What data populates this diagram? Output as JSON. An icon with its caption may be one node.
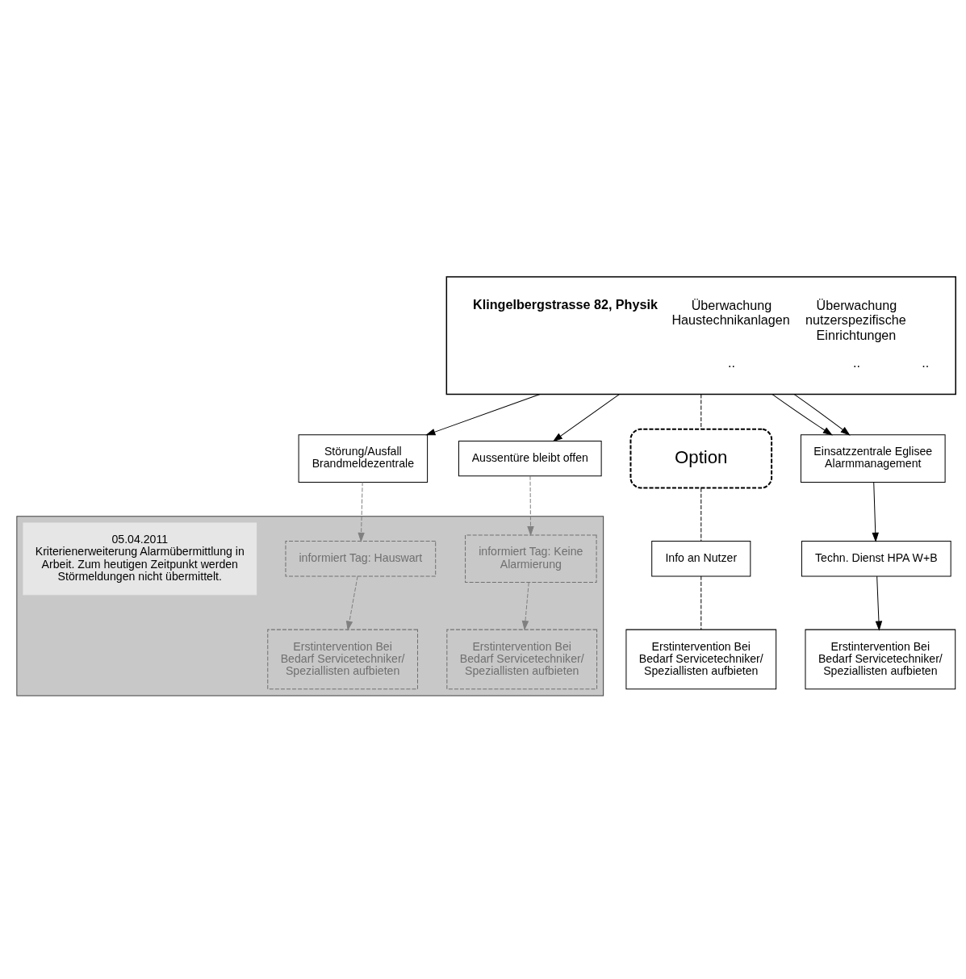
{
  "diagram": {
    "nodes": [
      {
        "text": [
          "Klingelbergstrasse 82, Physik",
          "Überwachung Haustechnikanlagen",
          "Überwachung nutzerspezifische Einrichtungen",
          "..",
          "..",
          ".."
        ]
      },
      {
        "text": [
          "Störung/Ausfall Brandmeldezentrale"
        ]
      },
      {
        "text": [
          "Aussentüre bleibt offen"
        ]
      },
      {
        "text": [
          "Option"
        ]
      },
      {
        "text": [],
        "shape": "polygon"
      },
      {
        "text": [
          "Einsatzzentrale Eglisee Alarmmanagement"
        ]
      },
      {
        "text": [
          "informiert Tag: Hauswart"
        ],
        "in": 4
      },
      {
        "text": [
          "informiert Tag: Keine Alarmierung"
        ],
        "in": 4
      },
      {
        "text": [
          "Techn. Dienst HPA W+B"
        ]
      },
      {
        "text": [
          "Info an Nutzer"
        ]
      },
      {
        "text": [
          "Erstintervention Bei Bedarf Servicetechniker/ Speziallisten aufbieten"
        ],
        "in": 4
      },
      {
        "text": [
          "Erstintervention Bei Bedarf Servicetechniker/ Speziallisten aufbieten"
        ],
        "in": 4
      },
      {
        "text": [
          "Erstintervention Bei Bedarf Servicetechniker/ Speziallisten aufbieten"
        ]
      },
      {
        "text": [
          "Erstintervention Bei Bedarf Servicetechniker/ Speziallisten aufbieten"
        ]
      },
      {
        "text": [
          "05.04.2011",
          "Kriterienerweiterung Alarmübermittlung in Arbeit. Zum heutigen Zeitpunkt werden Störmeldungen nicht übermittelt."
        ],
        "in": 4
      }
    ],
    "edges": [
      {
        "from": 0,
        "to": 1,
        "arrow": "to"
      },
      {
        "from": 0,
        "to": 2,
        "arrow": "to"
      },
      {
        "from": 0,
        "to": 5,
        "arrow": "to"
      },
      {
        "from": 0,
        "to": 5,
        "arrow": "to"
      },
      {
        "from": 0,
        "to": 3,
        "arrow": "none",
        "style": "dashed"
      },
      {
        "from": 1,
        "to": 6,
        "arrow": "to",
        "style": "dashed",
        "color": "#808080"
      },
      {
        "from": 2,
        "to": 7,
        "arrow": "to",
        "style": "dashed",
        "color": "#808080"
      },
      {
        "from": 6,
        "to": 10,
        "arrow": "to",
        "style": "dashed",
        "color": "#808080"
      },
      {
        "from": 7,
        "to": 11,
        "arrow": "to",
        "style": "dashed",
        "color": "#808080"
      },
      {
        "from": 5,
        "to": 8,
        "arrow": "to"
      },
      {
        "from": 8,
        "to": 12,
        "arrow": "to"
      },
      {
        "from": 3,
        "to": 9,
        "arrow": "none",
        "style": "dashed"
      },
      {
        "from": 9,
        "to": 13,
        "arrow": "none",
        "style": "dashed"
      }
    ]
  }
}
